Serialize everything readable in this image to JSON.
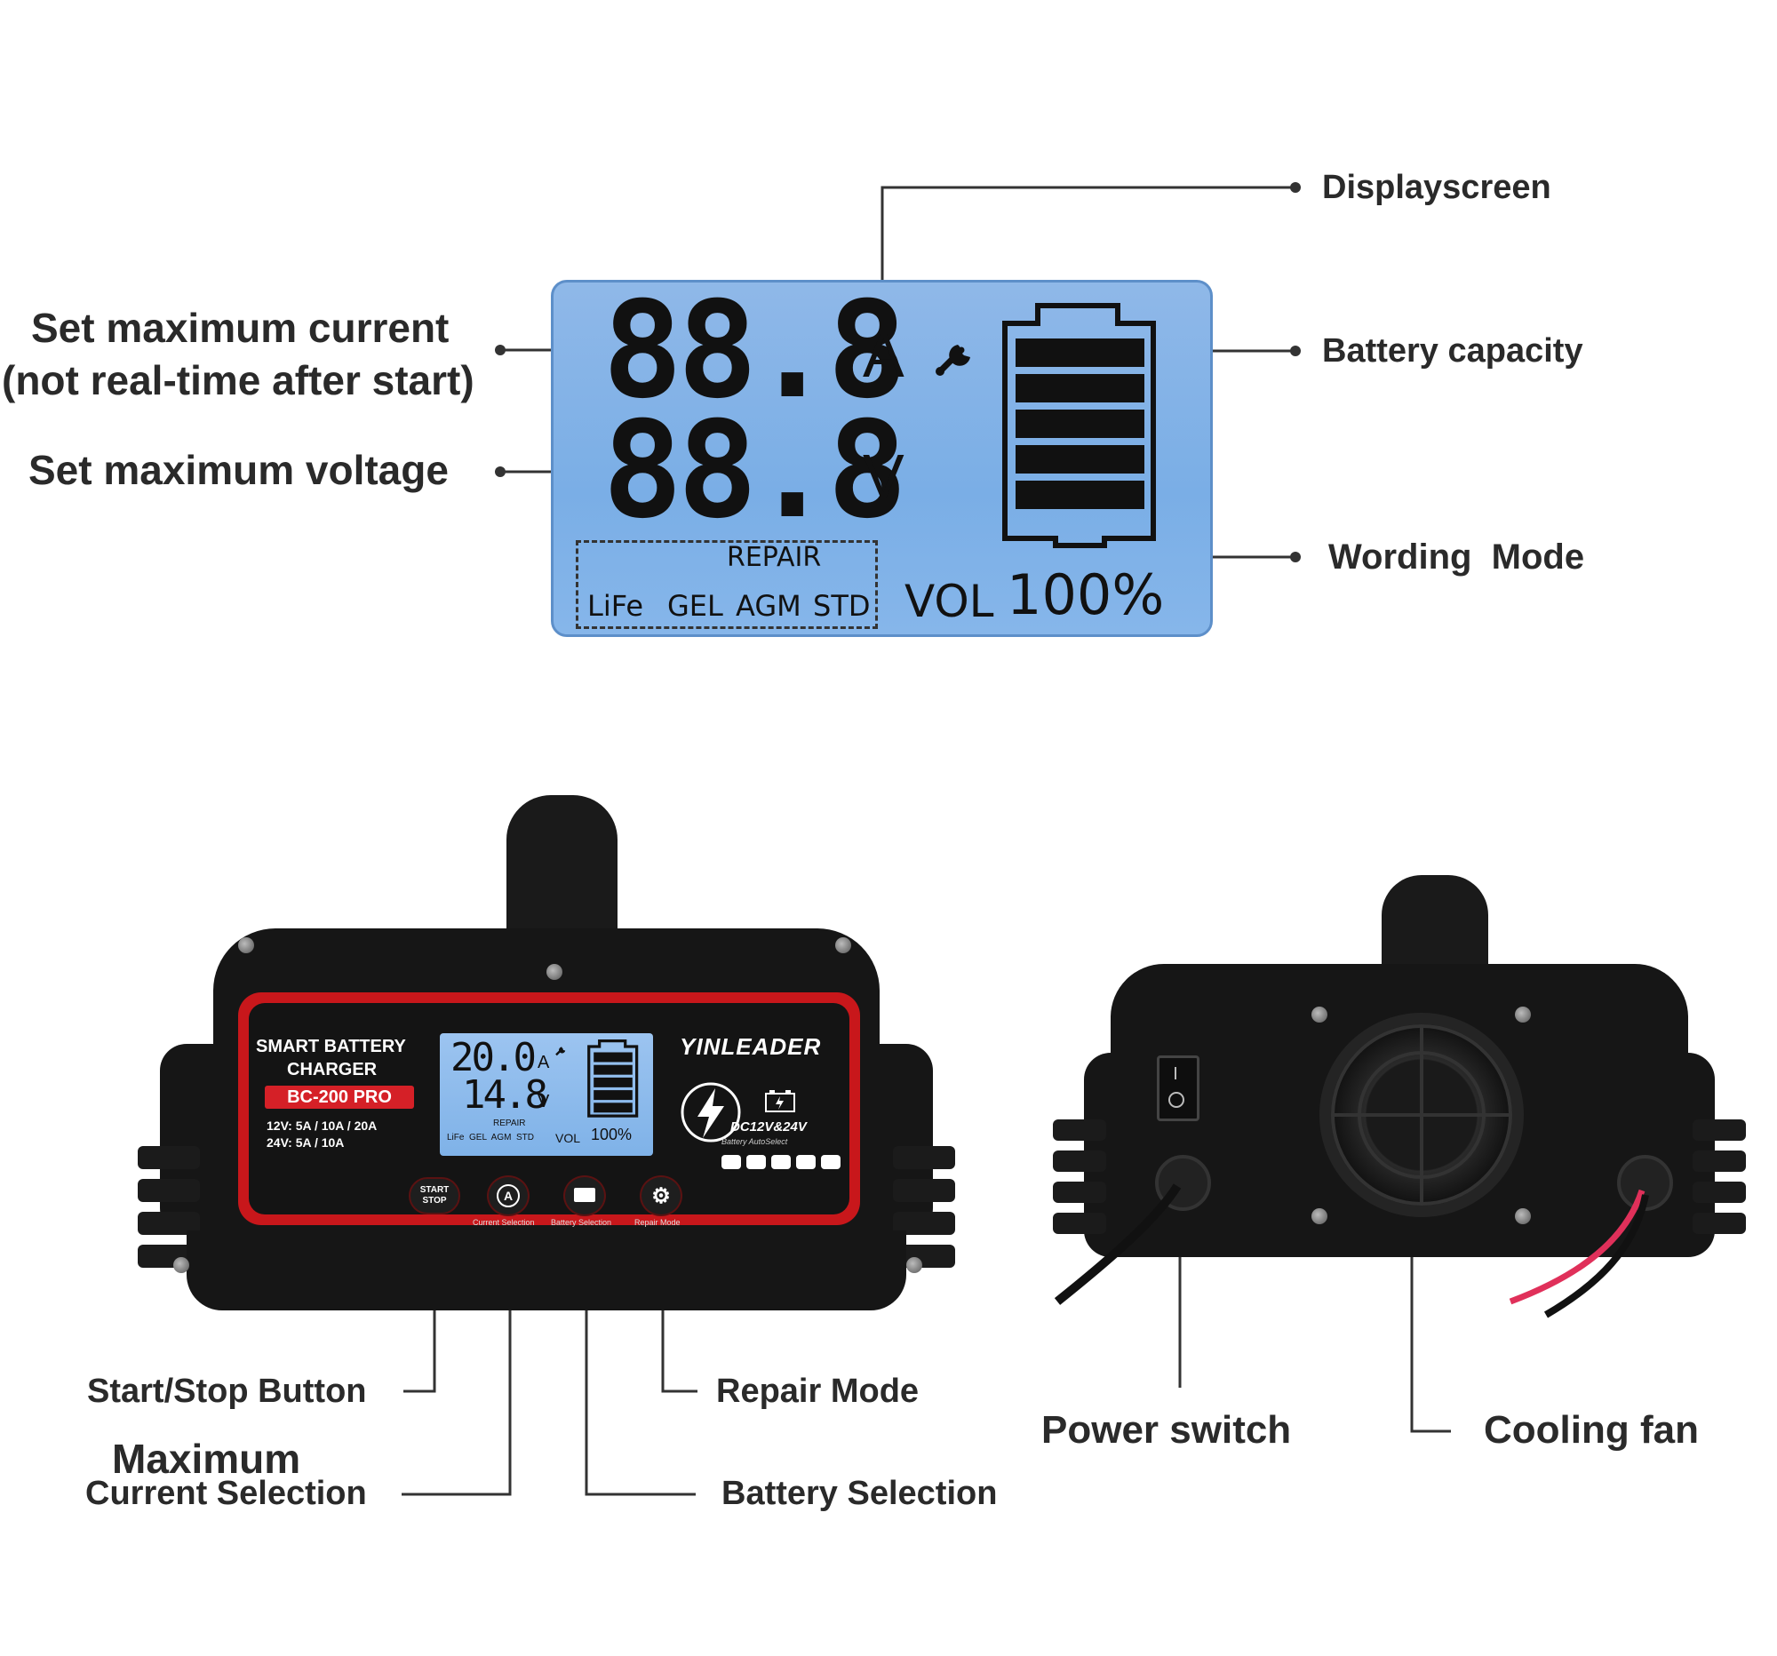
{
  "top_diagram": {
    "digits_current": "88.8",
    "unit_current": "A",
    "digits_voltage": "88.8",
    "unit_voltage": "V",
    "mode_repair": "REPAIR",
    "mode_life": "LiFe",
    "mode_gel": "GEL",
    "mode_agm": "AGM",
    "mode_std": "STD",
    "vol_label": "VOL",
    "percent": "100%",
    "labels": {
      "set_current_line1": "Set maximum current",
      "set_current_line2": "(not real-time after start)",
      "set_voltage": "Set maximum voltage",
      "displayscreen": "Displayscreen",
      "battery_capacity": "Battery capacity",
      "wording_mode": "Wording  Mode"
    },
    "icons": [
      "wrench-icon",
      "battery-icon"
    ]
  },
  "front_charger": {
    "title_line1": "SMART BATTERY",
    "title_line2": "CHARGER",
    "model": "BC-200 PRO",
    "spec_12v": "12V: 5A / 10A / 20A",
    "spec_24v": "24V: 5A / 10A",
    "lcd_current": "20.0",
    "lcd_unit_a": "A",
    "lcd_voltage": "14.8",
    "lcd_unit_v": "V",
    "lcd_repair": "REPAIR",
    "lcd_modes": "LiFe  GEL  AGM  STD",
    "lcd_vol": "VOL",
    "lcd_percent": "100%",
    "brand": "YINLEADER",
    "dc_label": "DC12V&24V",
    "auto_select": "Battery AutoSelect",
    "btn_start_line1": "START",
    "btn_start_line2": "STOP",
    "btn_current_caption": "Current Selection",
    "btn_battery_caption": "Battery Selection",
    "btn_repair_caption": "Repair Mode",
    "callouts": {
      "start_stop": "Start/Stop Button",
      "max_current_line1": "Maximum",
      "max_current_line2": "Current Selection",
      "repair_mode": "Repair Mode",
      "battery_selection": "Battery Selection"
    }
  },
  "back_charger": {
    "callouts": {
      "power_switch": "Power switch",
      "cooling_fan": "Cooling fan"
    }
  },
  "colors": {
    "lcd_blue": "#86b6ea",
    "panel_red": "#c8171b",
    "body_black": "#161616",
    "cable_red": "#e0305a"
  }
}
